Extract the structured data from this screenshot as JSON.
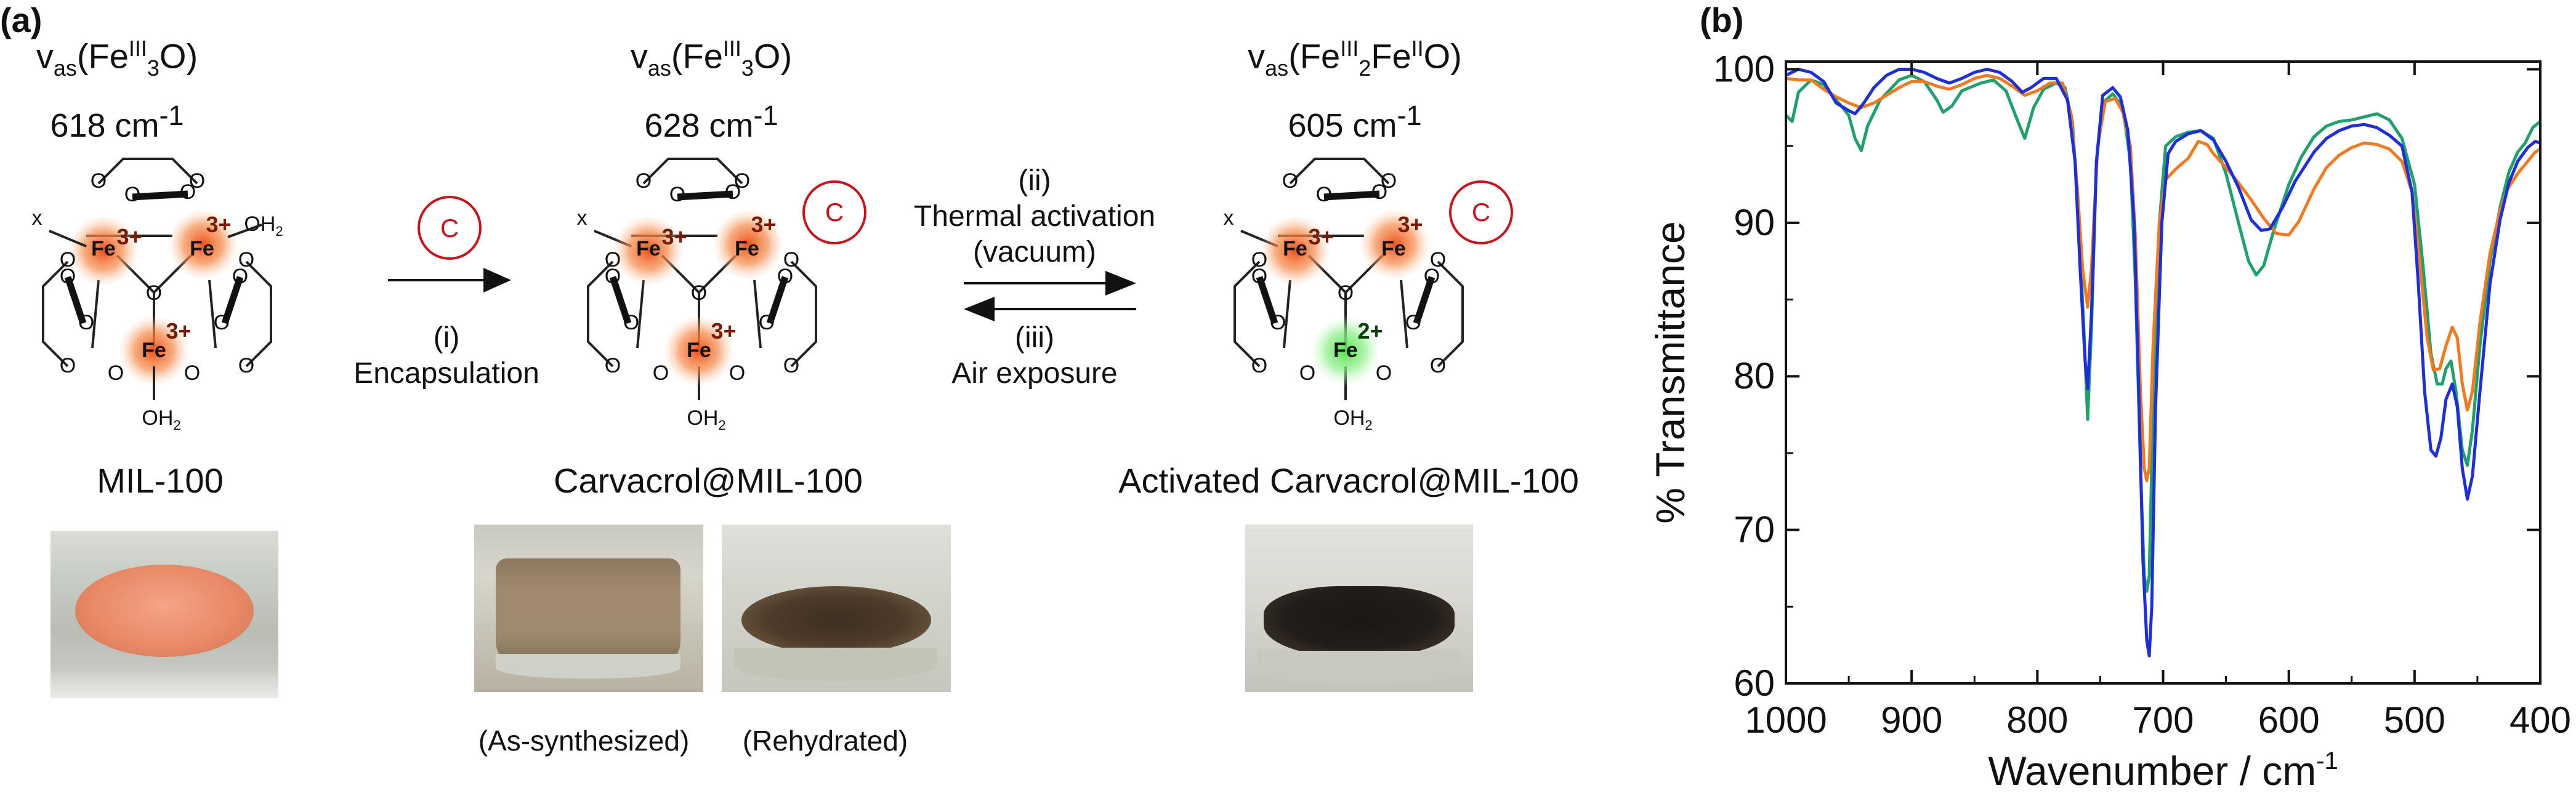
{
  "panel_a": {
    "label": "(a)",
    "structures": [
      {
        "vas_main": "v",
        "vas_sub": "as",
        "vas_open": "(Fe",
        "vas_sup": "III",
        "vas_sub2": "3",
        "vas_close": "O)",
        "wavenumber": "618 cm",
        "wavenumber_exp": "-1",
        "name": "MIL-100",
        "ligand_x": "x",
        "ligand_oh2_right": "OH",
        "ligand_oh2_bottom": "OH",
        "h2_sub": "2",
        "fe_labels": [
          "Fe",
          "Fe",
          "Fe"
        ],
        "charges": [
          "3+",
          "3+",
          "3+"
        ],
        "guest": ""
      },
      {
        "vas_main": "v",
        "vas_sub": "as",
        "vas_open": "(Fe",
        "vas_sup": "III",
        "vas_sub2": "3",
        "vas_close": "O)",
        "wavenumber": "628 cm",
        "wavenumber_exp": "-1",
        "name": "Carvacrol@MIL-100",
        "ligand_x": "x",
        "ligand_oh2_bottom": "OH",
        "h2_sub": "2",
        "fe_labels": [
          "Fe",
          "Fe",
          "Fe"
        ],
        "charges": [
          "3+",
          "3+",
          "3+"
        ],
        "guest": "C"
      },
      {
        "vas_main": "v",
        "vas_sub": "as",
        "vas_open": "(Fe",
        "vas_sup": "III",
        "vas_sub2": "2",
        "vas_mid": "Fe",
        "vas_sup2": "II",
        "vas_close": "O)",
        "wavenumber": "605 cm",
        "wavenumber_exp": "-1",
        "name": "Activated Carvacrol@MIL-100",
        "ligand_x": "x",
        "ligand_oh2_bottom": "OH",
        "h2_sub": "2",
        "fe_labels": [
          "Fe",
          "Fe",
          "Fe"
        ],
        "charges": [
          "3+",
          "3+",
          "2+"
        ],
        "guest": "C"
      }
    ],
    "oxygen_label": "O",
    "step_i": {
      "guest": "C",
      "label_num": "(i)",
      "label": "Encapsulation"
    },
    "step_ii": {
      "label_num": "(ii)",
      "label": "Thermal activation",
      "label_sub": "(vacuum)"
    },
    "step_iii": {
      "label_num": "(iii)",
      "label": "Air exposure"
    },
    "captions": [
      "(As-synthesized)",
      "(Rehydrated)"
    ]
  },
  "panel_b": {
    "label": "(b)",
    "chart_data": {
      "type": "line",
      "xlabel": "Wavenumber / cm",
      "xlabel_exp": "-1",
      "ylabel": "% Transmittance",
      "xlim": [
        1000,
        400
      ],
      "ylim": [
        60,
        100.5
      ],
      "x_ticks": [
        1000,
        900,
        800,
        700,
        600,
        500,
        400
      ],
      "y_ticks": [
        60,
        70,
        80,
        90,
        100
      ],
      "grid": false,
      "series": [
        {
          "color": "#22a06b",
          "points": [
            [
              1000,
              97
            ],
            [
              995,
              96.6
            ],
            [
              990,
              98.5
            ],
            [
              980,
              99.3
            ],
            [
              970,
              99
            ],
            [
              960,
              98
            ],
            [
              950,
              97
            ],
            [
              945,
              95.5
            ],
            [
              940,
              94.7
            ],
            [
              935,
              96.3
            ],
            [
              925,
              98
            ],
            [
              910,
              99.3
            ],
            [
              900,
              99.6
            ],
            [
              890,
              99.2
            ],
            [
              880,
              98
            ],
            [
              875,
              97.2
            ],
            [
              868,
              97.6
            ],
            [
              860,
              98.6
            ],
            [
              845,
              99.1
            ],
            [
              835,
              99.3
            ],
            [
              825,
              98.6
            ],
            [
              815,
              96.5
            ],
            [
              810,
              95.5
            ],
            [
              803,
              97.5
            ],
            [
              795,
              98.7
            ],
            [
              785,
              99.1
            ],
            [
              778,
              98.8
            ],
            [
              772,
              96.5
            ],
            [
              767,
              90
            ],
            [
              763,
              83
            ],
            [
              760,
              77.2
            ],
            [
              757,
              83
            ],
            [
              753,
              94
            ],
            [
              748,
              97.8
            ],
            [
              740,
              98.4
            ],
            [
              732,
              97.5
            ],
            [
              726,
              94
            ],
            [
              722,
              86
            ],
            [
              718,
              74
            ],
            [
              715,
              67
            ],
            [
              713,
              66
            ],
            [
              711,
              67
            ],
            [
              708,
              78
            ],
            [
              703,
              90
            ],
            [
              698,
              95
            ],
            [
              690,
              95.6
            ],
            [
              680,
              95.9
            ],
            [
              670,
              96
            ],
            [
              660,
              95.5
            ],
            [
              650,
              93.2
            ],
            [
              640,
              90
            ],
            [
              632,
              87.5
            ],
            [
              626,
              86.6
            ],
            [
              620,
              87.2
            ],
            [
              612,
              89.5
            ],
            [
              600,
              92.5
            ],
            [
              590,
              94.3
            ],
            [
              580,
              95.6
            ],
            [
              570,
              96.3
            ],
            [
              560,
              96.6
            ],
            [
              550,
              96.7
            ],
            [
              540,
              96.9
            ],
            [
              530,
              97.1
            ],
            [
              520,
              96.7
            ],
            [
              510,
              95.5
            ],
            [
              500,
              92.5
            ],
            [
              493,
              87
            ],
            [
              487,
              81.5
            ],
            [
              482,
              79.5
            ],
            [
              478,
              79.5
            ],
            [
              475,
              80.5
            ],
            [
              471,
              81
            ],
            [
              467,
              79
            ],
            [
              462,
              75.2
            ],
            [
              458,
              74.2
            ],
            [
              454,
              76.5
            ],
            [
              448,
              82
            ],
            [
              440,
              87.5
            ],
            [
              432,
              91
            ],
            [
              425,
              93.3
            ],
            [
              418,
              94.6
            ],
            [
              412,
              95.2
            ],
            [
              406,
              96.2
            ],
            [
              400,
              96.6
            ]
          ]
        },
        {
          "color": "#f07a22",
          "points": [
            [
              1000,
              99.4
            ],
            [
              990,
              99.3
            ],
            [
              980,
              99.3
            ],
            [
              970,
              98.7
            ],
            [
              960,
              98.2
            ],
            [
              950,
              97.8
            ],
            [
              940,
              97.5
            ],
            [
              930,
              97.8
            ],
            [
              920,
              98.3
            ],
            [
              910,
              98.8
            ],
            [
              900,
              99.2
            ],
            [
              890,
              99.2
            ],
            [
              880,
              98.9
            ],
            [
              870,
              98.7
            ],
            [
              860,
              99
            ],
            [
              850,
              99.4
            ],
            [
              840,
              99.6
            ],
            [
              830,
              99.4
            ],
            [
              820,
              98.9
            ],
            [
              810,
              98.3
            ],
            [
              800,
              98.6
            ],
            [
              790,
              99.1
            ],
            [
              780,
              99.1
            ],
            [
              773,
              97
            ],
            [
              768,
              92
            ],
            [
              764,
              87
            ],
            [
              760,
              84.5
            ],
            [
              757,
              87
            ],
            [
              752,
              95
            ],
            [
              746,
              97.9
            ],
            [
              738,
              98.1
            ],
            [
              732,
              97.2
            ],
            [
              726,
              95
            ],
            [
              722,
              89
            ],
            [
              718,
              79
            ],
            [
              715,
              74
            ],
            [
              713,
              73.2
            ],
            [
              711,
              74
            ],
            [
              708,
              82
            ],
            [
              703,
              90
            ],
            [
              698,
              92.8
            ],
            [
              690,
              93.5
            ],
            [
              680,
              94.2
            ],
            [
              672,
              95.3
            ],
            [
              665,
              95.1
            ],
            [
              660,
              94.5
            ],
            [
              650,
              93.6
            ],
            [
              640,
              92.6
            ],
            [
              630,
              91.5
            ],
            [
              620,
              90.3
            ],
            [
              610,
              89.3
            ],
            [
              600,
              89.2
            ],
            [
              592,
              90.1
            ],
            [
              580,
              92.2
            ],
            [
              570,
              93.6
            ],
            [
              560,
              94.4
            ],
            [
              550,
              94.9
            ],
            [
              540,
              95.2
            ],
            [
              530,
              95.1
            ],
            [
              520,
              94.8
            ],
            [
              510,
              94
            ],
            [
              502,
              92
            ],
            [
              496,
              87.5
            ],
            [
              490,
              82.5
            ],
            [
              485,
              80.4
            ],
            [
              480,
              80.5
            ],
            [
              475,
              82
            ],
            [
              470,
              83.2
            ],
            [
              466,
              82.5
            ],
            [
              462,
              79.5
            ],
            [
              458,
              77.8
            ],
            [
              454,
              79
            ],
            [
              448,
              83.5
            ],
            [
              440,
              88
            ],
            [
              432,
              90.8
            ],
            [
              426,
              92.2
            ],
            [
              418,
              93.2
            ],
            [
              410,
              94
            ],
            [
              404,
              94.6
            ],
            [
              400,
              94.8
            ]
          ]
        },
        {
          "color": "#1f2fd6",
          "points": [
            [
              1000,
              99.6
            ],
            [
              990,
              100
            ],
            [
              980,
              99.8
            ],
            [
              970,
              99.2
            ],
            [
              960,
              97.8
            ],
            [
              950,
              97.3
            ],
            [
              945,
              97.1
            ],
            [
              938,
              97.8
            ],
            [
              930,
              98.8
            ],
            [
              920,
              99.6
            ],
            [
              910,
              100
            ],
            [
              900,
              100
            ],
            [
              890,
              99.8
            ],
            [
              880,
              99.4
            ],
            [
              870,
              99.1
            ],
            [
              860,
              99.4
            ],
            [
              850,
              99.8
            ],
            [
              840,
              100
            ],
            [
              830,
              99.8
            ],
            [
              820,
              99.2
            ],
            [
              812,
              98.5
            ],
            [
              805,
              98.8
            ],
            [
              795,
              99.4
            ],
            [
              785,
              99.4
            ],
            [
              776,
              98
            ],
            [
              770,
              94
            ],
            [
              766,
              87
            ],
            [
              762,
              81
            ],
            [
              760,
              79.2
            ],
            [
              757,
              84
            ],
            [
              753,
              94
            ],
            [
              748,
              98.3
            ],
            [
              740,
              98.8
            ],
            [
              734,
              98.2
            ],
            [
              728,
              96
            ],
            [
              723,
              90
            ],
            [
              719,
              78
            ],
            [
              716,
              68
            ],
            [
              713,
              62.8
            ],
            [
              711,
              61.8
            ],
            [
              709,
              65
            ],
            [
              706,
              78
            ],
            [
              701,
              90
            ],
            [
              696,
              94.5
            ],
            [
              690,
              95.3
            ],
            [
              680,
              95.8
            ],
            [
              670,
              96
            ],
            [
              660,
              95.4
            ],
            [
              650,
              94
            ],
            [
              640,
              92.3
            ],
            [
              630,
              90.2
            ],
            [
              622,
              89.5
            ],
            [
              615,
              89.6
            ],
            [
              605,
              91
            ],
            [
              595,
              92.7
            ],
            [
              580,
              94.6
            ],
            [
              570,
              95.5
            ],
            [
              560,
              96
            ],
            [
              550,
              96.3
            ],
            [
              540,
              96.4
            ],
            [
              530,
              96.2
            ],
            [
              520,
              95.7
            ],
            [
              510,
              95
            ],
            [
              502,
              92
            ],
            [
              497,
              86
            ],
            [
              492,
              79
            ],
            [
              487,
              75.2
            ],
            [
              483,
              74.8
            ],
            [
              479,
              76
            ],
            [
              475,
              78.5
            ],
            [
              470,
              79.5
            ],
            [
              466,
              78
            ],
            [
              462,
              74
            ],
            [
              458,
              72
            ],
            [
              454,
              73.5
            ],
            [
              448,
              79
            ],
            [
              440,
              86
            ],
            [
              432,
              90.2
            ],
            [
              425,
              92.6
            ],
            [
              418,
              94
            ],
            [
              410,
              94.9
            ],
            [
              404,
              95.3
            ],
            [
              400,
              95.2
            ]
          ]
        }
      ]
    }
  }
}
